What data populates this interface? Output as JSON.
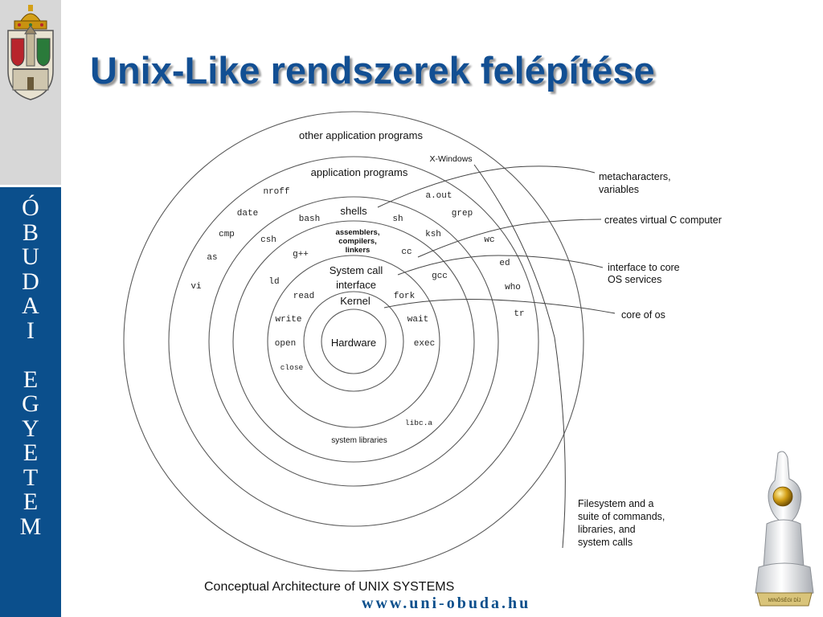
{
  "slide": {
    "title": "Unix-Like rendszerek felépítése",
    "sidebar_text": "Ó\nB\nU\nD\nA\nI\n\nE\nG\nY\nE\nT\nE\nM",
    "url": "www.uni-obuda.hu",
    "accent_color": "#0b4f8c",
    "title_color": "#124f93"
  },
  "decorations": {
    "university_crest": "university-crest-icon",
    "award_statue": "award-statue-icon",
    "award_plaque_text": "MINŐSÉGI DÍJ"
  },
  "diagram": {
    "caption": "Conceptual Architecture of UNIX SYSTEMS",
    "rings": {
      "hardware": "Hardware",
      "kernel": "Kernel",
      "system_call_interface": [
        "System call",
        "interface"
      ],
      "compilers": [
        "assemblers,",
        "compilers,",
        "linkers"
      ],
      "shells": "shells",
      "application_programs": "application programs",
      "other_application_programs": "other application programs",
      "system_libraries": "system libraries"
    },
    "items": {
      "open": "open",
      "close": "close",
      "write": "write",
      "read": "read",
      "fork": "fork",
      "wait": "wait",
      "exec": "exec",
      "ld": "ld",
      "gpp": "g++",
      "csh": "csh",
      "bash": "bash",
      "sh": "sh",
      "ksh": "ksh",
      "cc": "cc",
      "gcc": "gcc",
      "libc": "libc.a",
      "nroff": "nroff",
      "date": "date",
      "cmp": "cmp",
      "as": "as",
      "vi": "vi",
      "xwindows": "X-Windows",
      "aout": "a.out",
      "grep": "grep",
      "wc": "wc",
      "ed": "ed",
      "who": "who",
      "tr": "tr"
    },
    "annotations": {
      "metacharacters": [
        "metacharacters,",
        "variables"
      ],
      "virtual_c": "creates virtual C computer",
      "interface_core": [
        "interface to core",
        "OS services"
      ],
      "core_os": "core of os",
      "filesystem": [
        "Filesystem and a",
        "suite of commands,",
        "libraries, and",
        "system calls"
      ]
    }
  }
}
